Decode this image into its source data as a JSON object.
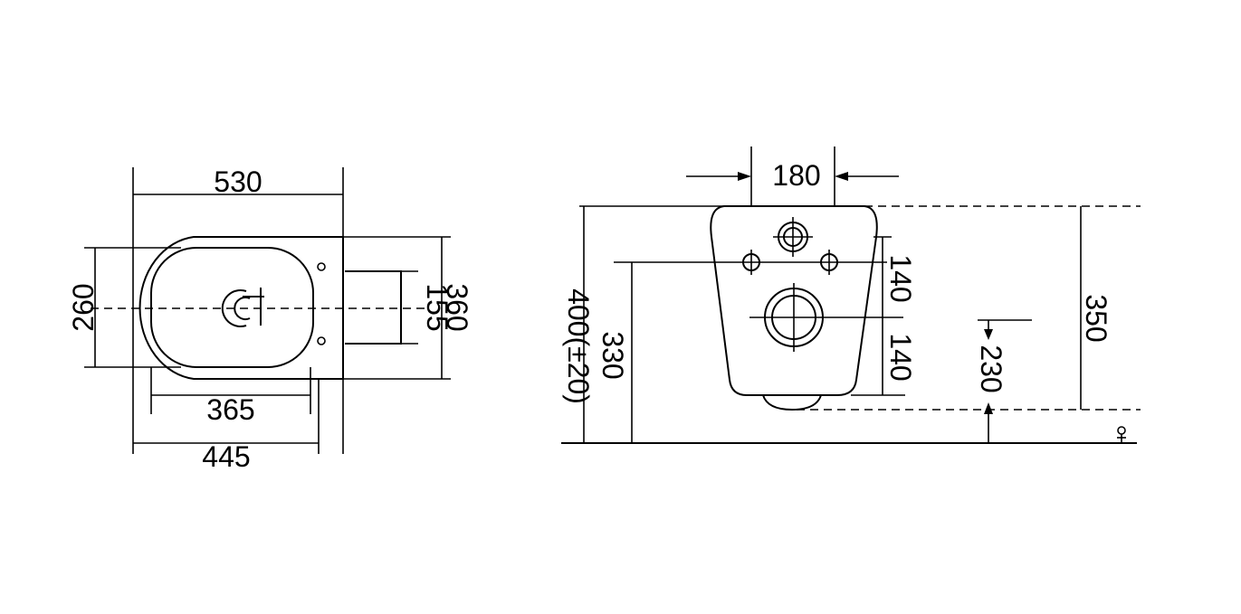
{
  "dimensions": {
    "top_view": {
      "width_530": "530",
      "width_365": "365",
      "width_445": "445",
      "height_260": "260",
      "height_155": "155",
      "height_360": "360"
    },
    "front_view": {
      "width_180": "180",
      "height_400": "400(±20)",
      "height_330": "330",
      "spacing_140_upper": "140",
      "spacing_140_lower": "140",
      "height_230": "230",
      "height_350": "350"
    }
  },
  "colors": {
    "line": "#000000",
    "background": "#ffffff"
  },
  "icons": {
    "floor_marker": "floor-level-icon"
  }
}
